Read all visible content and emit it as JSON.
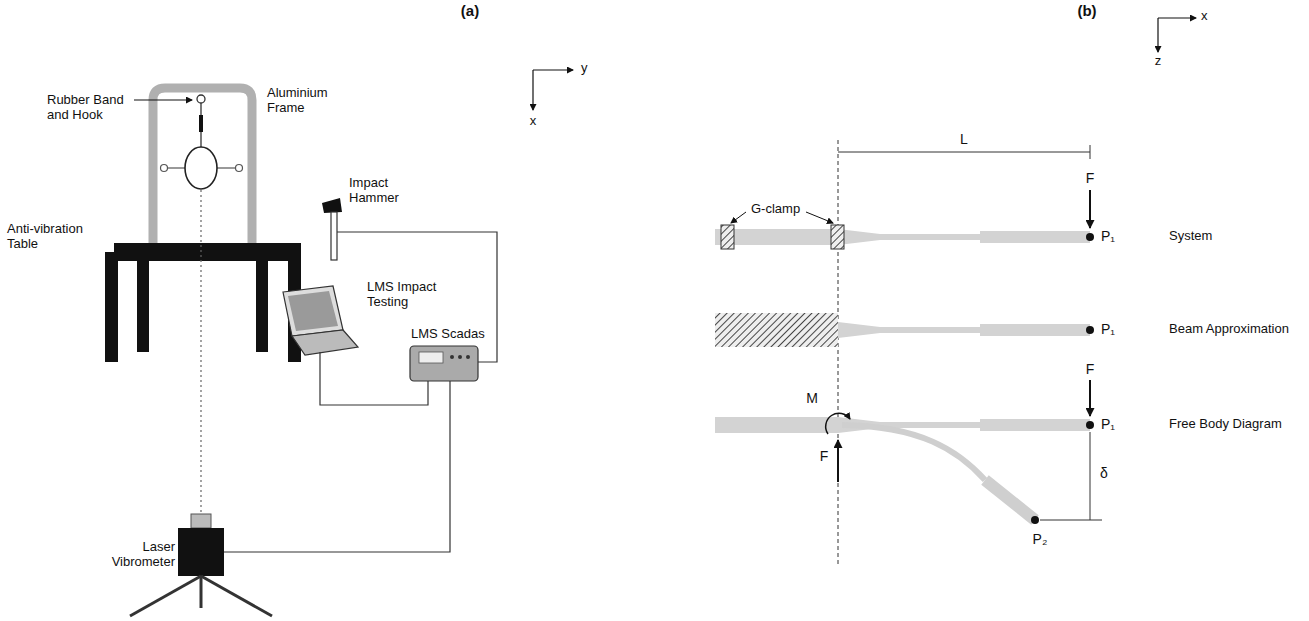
{
  "diagram": {
    "labels": [
      "(a)",
      "(b)",
      "y",
      "x",
      "Rubber Band and Hook",
      "Aluminium Frame",
      "Anti-vibration Table",
      "Impact Hammer",
      "LMS Impact Testing",
      "LMS Scadas",
      "Laser Vibrometer",
      "x",
      "z",
      "L",
      "G-clamp",
      "F",
      "P₁",
      "System",
      "P₁",
      "Beam Approximation",
      "M",
      "F",
      "F",
      "P₁",
      "Free Body Diagram",
      "δ",
      "P₂"
    ]
  }
}
